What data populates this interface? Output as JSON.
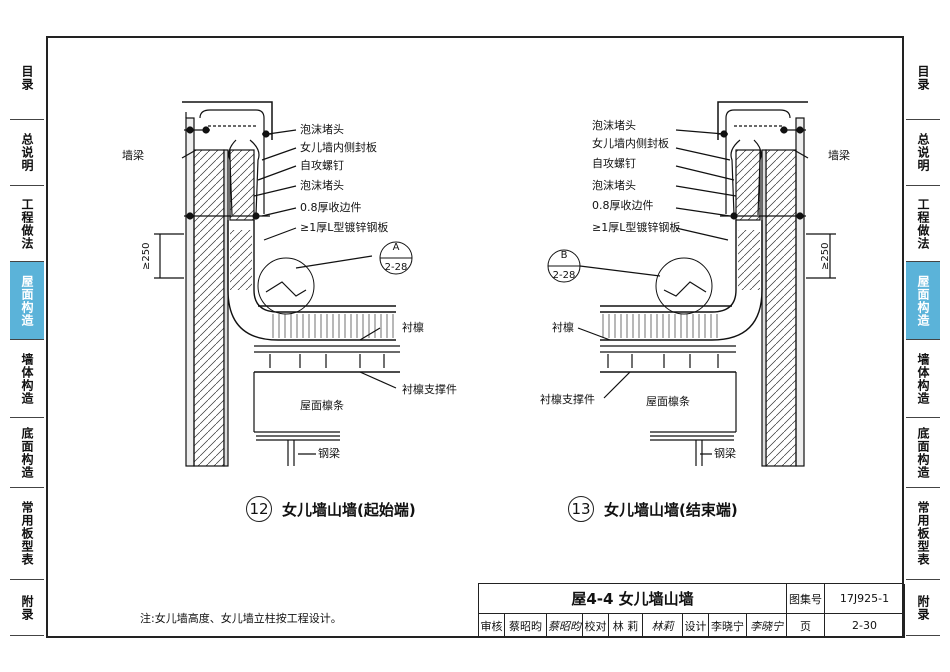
{
  "sidebar_left": [
    "目录",
    "总说明",
    "工程做法",
    "屋面构造",
    "墙体构造",
    "底面构造",
    "常用板型表",
    "附录"
  ],
  "sidebar_right": [
    "目录",
    "总说明",
    "工程做法",
    "屋面构造",
    "墙体构造",
    "底面构造",
    "常用板型表",
    "附录"
  ],
  "active_tab": "屋面构造",
  "left_detail": {
    "labels": {
      "wall_beam": "墙梁",
      "foam_plug_1": "泡沫堵头",
      "inner_seal": "女儿墙内侧封板",
      "screw": "自攻螺钉",
      "foam_plug_2": "泡沫堵头",
      "edge_trim": "0.8厚收边件",
      "l_plate": "≥1厚L型镀锌钢板",
      "ref_top": "A",
      "ref_bottom": "2-28",
      "dim": "≥250",
      "liner_purlin": "衬檩",
      "liner_support": "衬檩支撑件",
      "roof_purlin": "屋面檩条",
      "steel_beam": "钢梁"
    },
    "caption_num": "12",
    "caption": "女儿墙山墙(起始端)"
  },
  "right_detail": {
    "labels": {
      "wall_beam": "墙梁",
      "foam_plug_1": "泡沫堵头",
      "inner_seal": "女儿墙内侧封板",
      "screw": "自攻螺钉",
      "foam_plug_2": "泡沫堵头",
      "edge_trim": "0.8厚收边件",
      "l_plate": "≥1厚L型镀锌钢板",
      "ref_top": "B",
      "ref_bottom": "2-28",
      "dim": "≥250",
      "liner_purlin": "衬檩",
      "liner_support": "衬檩支撑件",
      "roof_purlin": "屋面檩条",
      "steel_beam": "钢梁"
    },
    "caption_num": "13",
    "caption": "女儿墙山墙(结束端)"
  },
  "note": "注:女儿墙高度、女儿墙立柱按工程设计。",
  "title_block": {
    "title": "屋4-4 女儿墙山墙",
    "atlas_label": "图集号",
    "atlas_value": "17J925-1",
    "review_label": "审核",
    "reviewer": "蔡昭昀",
    "reviewer_sig": "蔡昭昀",
    "check_label": "校对",
    "checker": "林 莉",
    "checker_sig": "林莉",
    "design_label": "设计",
    "designer": "李晓宁",
    "designer_sig": "李晓宁",
    "page_label": "页",
    "page_value": "2-30"
  }
}
